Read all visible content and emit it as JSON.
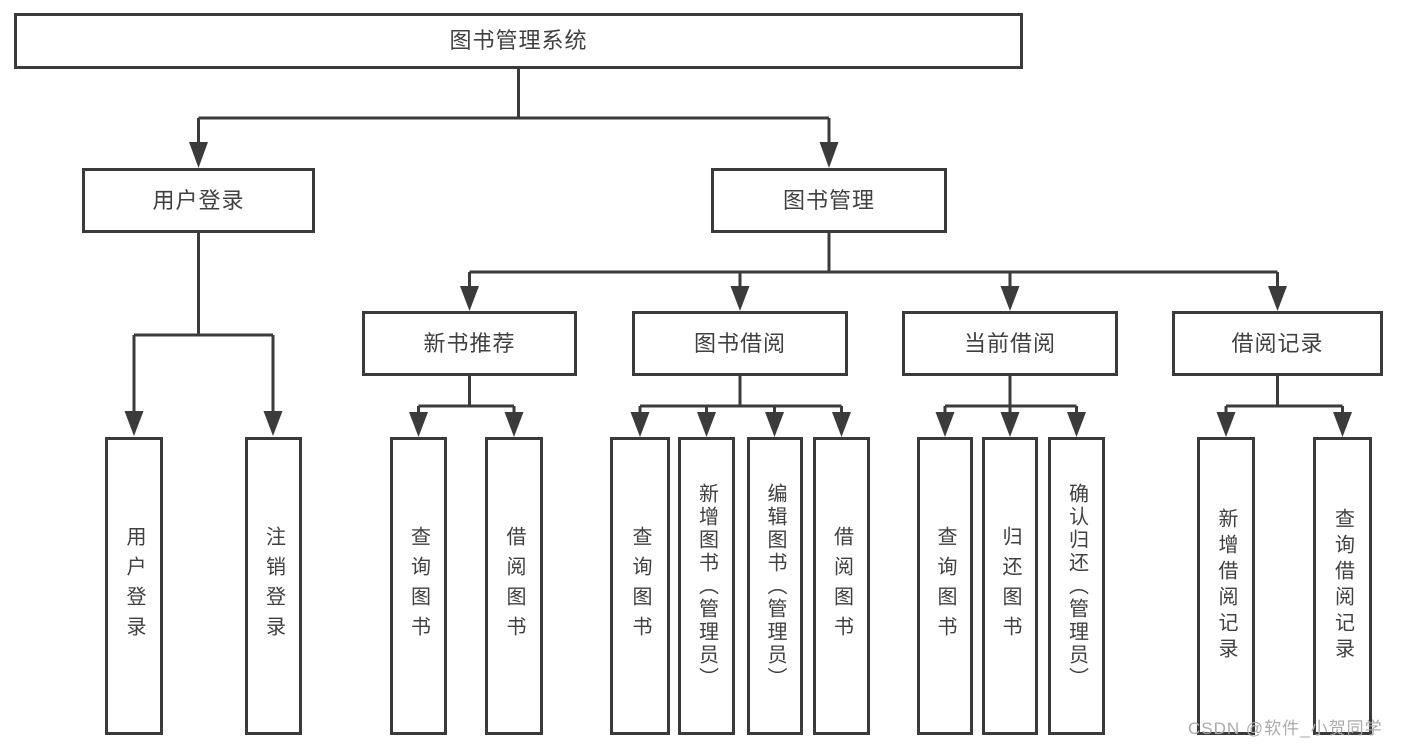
{
  "tree": {
    "root": "图书管理系统",
    "login": {
      "label": "用户登录",
      "leaves": [
        "用户登录",
        "注销登录"
      ]
    },
    "management": {
      "label": "图书管理",
      "groups": [
        {
          "label": "新书推荐",
          "leaves": [
            "查询图书",
            "借阅图书"
          ]
        },
        {
          "label": "图书借阅",
          "leaves": [
            "查询图书",
            "新增图书（管理员）",
            "编辑图书（管理员）",
            "借阅图书"
          ]
        },
        {
          "label": "当前借阅",
          "leaves": [
            "查询图书",
            "归还图书",
            "确认归还（管理员）"
          ]
        },
        {
          "label": "借阅记录",
          "leaves": [
            "新增借阅记录",
            "查询借阅记录"
          ]
        }
      ]
    }
  },
  "watermark": {
    "text": "CSDN @软件_小贺同学"
  },
  "colors": {
    "line": "#3b3b3b",
    "border": "#3a3a3a",
    "text": "#404040",
    "watermark": "#ababab",
    "background": "#ffffff"
  }
}
